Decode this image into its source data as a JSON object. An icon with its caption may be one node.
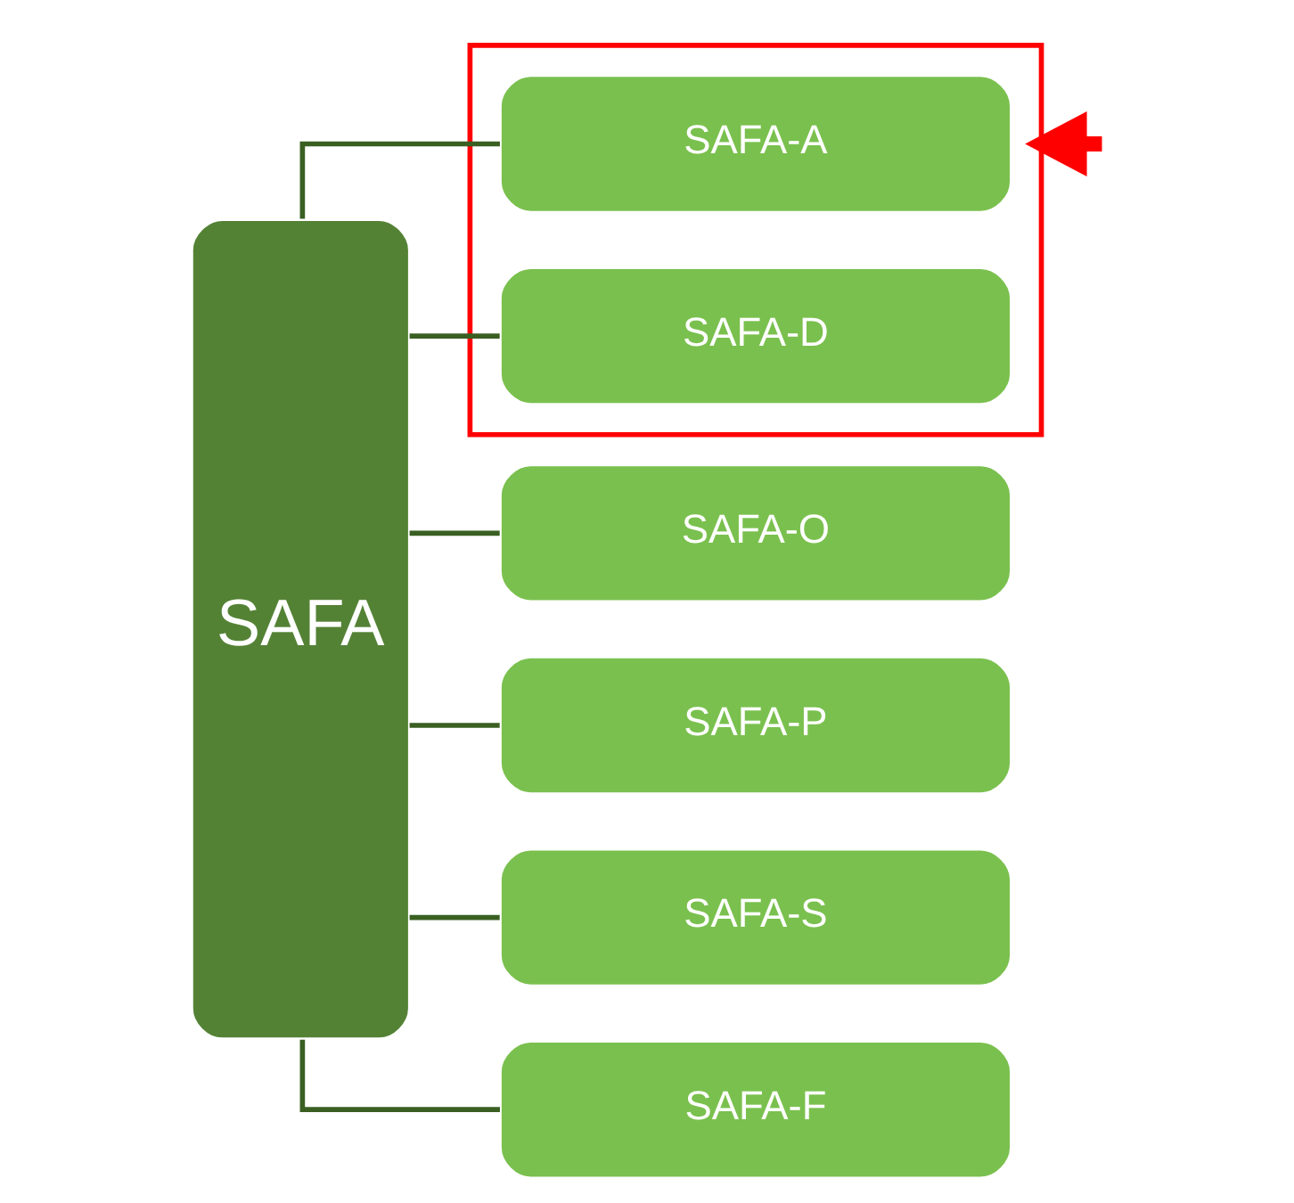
{
  "diagram": {
    "nodes": [
      {
        "text": [
          "SAFA"
        ]
      },
      {
        "text": [],
        "shape": "box"
      },
      {
        "text": [
          "SAFA-A"
        ],
        "in": 1
      },
      {
        "text": [
          "SAFA-D"
        ],
        "in": 1
      },
      {
        "text": [
          "SAFA-O"
        ]
      },
      {
        "text": [
          "SAFA-P"
        ]
      },
      {
        "text": [
          "SAFA-S"
        ]
      },
      {
        "text": [
          "SAFA-F"
        ]
      }
    ],
    "edges": [
      {
        "from": 0,
        "to": 2,
        "arrow": "none"
      },
      {
        "from": 0,
        "to": 3,
        "arrow": "none"
      },
      {
        "from": 0,
        "to": 4,
        "arrow": "none"
      },
      {
        "from": 0,
        "to": 5,
        "arrow": "none"
      },
      {
        "from": 0,
        "to": 6,
        "arrow": "none"
      },
      {
        "from": 0,
        "to": 7,
        "arrow": "none"
      },
      {
        "from": null,
        "to": 1,
        "arrow": "to",
        "style": "thick",
        "color": "#ff0000"
      }
    ]
  }
}
